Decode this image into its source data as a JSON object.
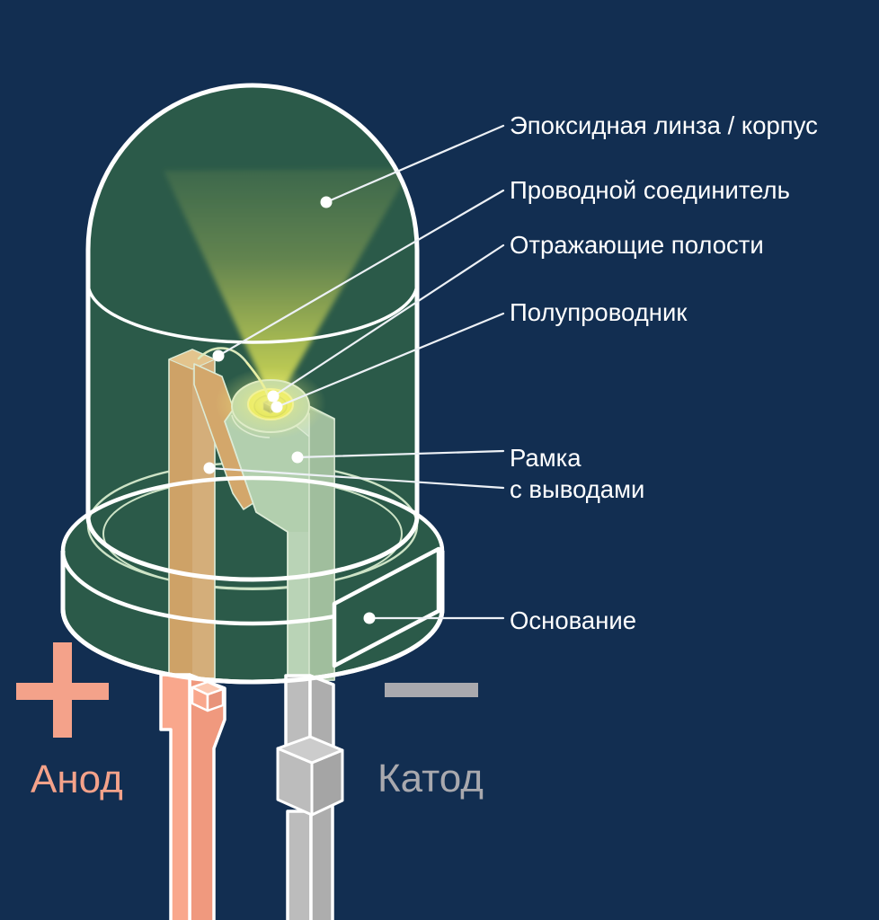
{
  "diagram": {
    "type": "led-cutaway-diagram",
    "language": "ru"
  },
  "labels": {
    "lens": "Эпоксидная линза / корпус",
    "wire_bond": "Проводной соединитель",
    "reflective_cavity": "Отражающие полости",
    "semiconductor": "Полупроводник",
    "lead_frame_line1": "Рамка",
    "lead_frame_line2": "с выводами",
    "base": "Основание",
    "anode": "Анод",
    "cathode": "Катод"
  },
  "icons": {
    "plus": "plus-sign",
    "minus": "minus-sign"
  },
  "colors": {
    "background": "#122E51",
    "epoxy_body_green": "#2B5A49",
    "outline_white": "#FFFFFF",
    "inner_outline_pale_green": "#DCEBD6",
    "anode_frame_tan": "#CEA267",
    "cathode_frame_sage": "#B2CFAE",
    "reflector_cup_yellow": "#EAE94F",
    "light_cone_yellow": "#E0E455",
    "anode_lead_salmon": "#F9A78C",
    "cathode_lead_gray": "#BCBCBC",
    "anode_text": "#F4A28A",
    "cathode_text": "#A9A9AE",
    "label_text": "#FFFFFF"
  }
}
